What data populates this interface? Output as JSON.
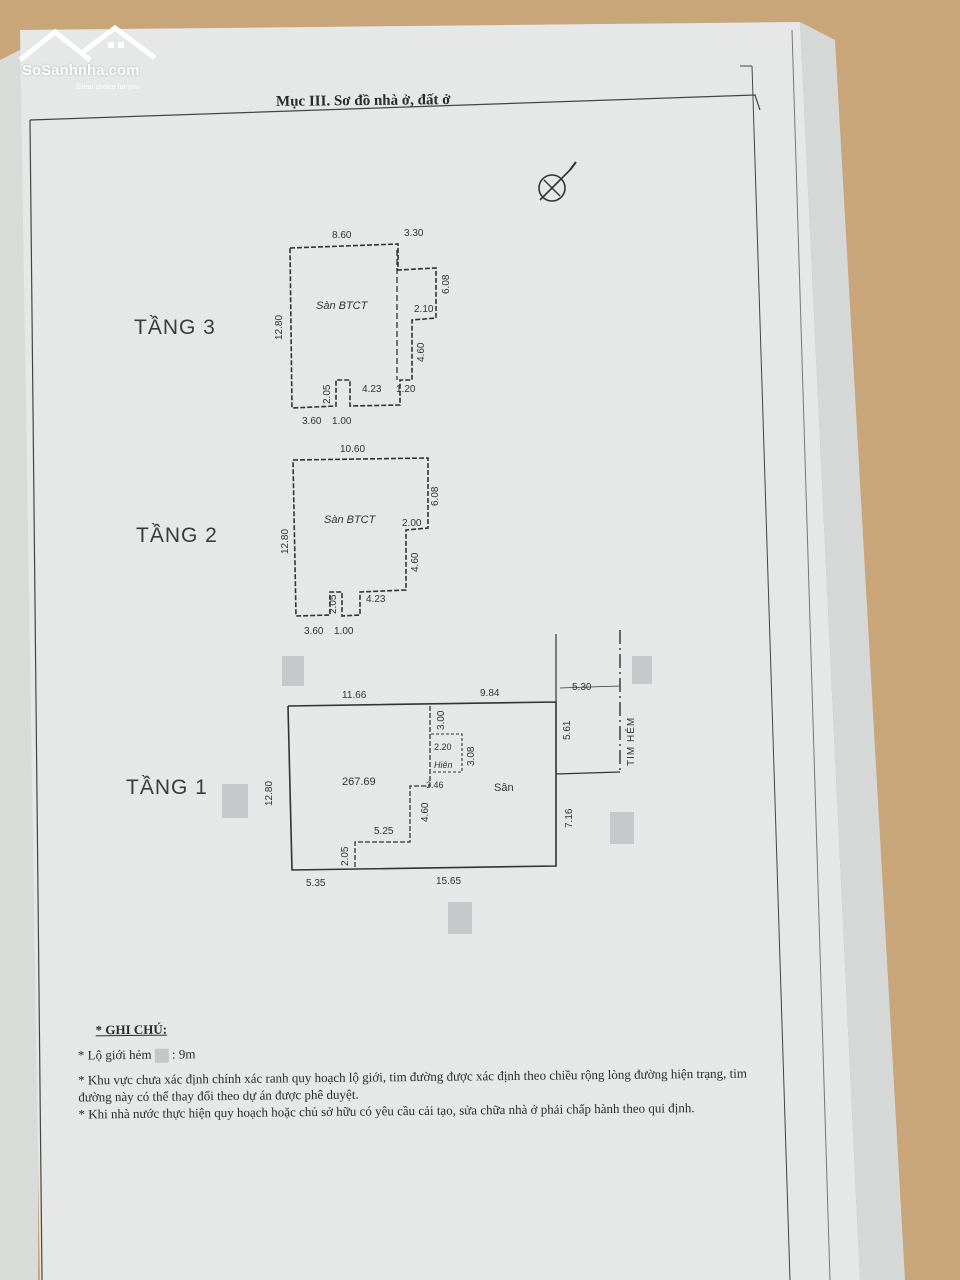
{
  "brand": {
    "name": "SoSanhnha.com",
    "tagline": "Great choice for you"
  },
  "header": {
    "title": "Mục III. Sơ đồ nhà ở, đất ở"
  },
  "floor3": {
    "label": "TẦNG 3",
    "room": "Sàn BTCT",
    "dims": {
      "top_left": "8.60",
      "top_right": "3.30",
      "right": "6.08",
      "notch_w": "2.10",
      "notch_h": "4.60",
      "left": "12.80",
      "bottom_mid": "4.23",
      "bottom_right": "1.20",
      "step": "2.05",
      "bottom_a": "3.60",
      "bottom_b": "1.00"
    }
  },
  "floor2": {
    "label": "TẦNG 2",
    "room": "Sàn BTCT",
    "dims": {
      "top": "10.60",
      "right": "6.08",
      "notch_w": "2.00",
      "notch_h": "4.60",
      "left": "12.80",
      "bottom_mid": "4.23",
      "step": "2.05",
      "bottom_a": "3.60",
      "bottom_b": "1.00"
    }
  },
  "floor1": {
    "label": "TẦNG 1",
    "area": "267.69",
    "yard": "Sân",
    "porch": "Hiên",
    "alley": "TIM HẺM",
    "dims": {
      "top_left": "11.66",
      "top_right": "9.84",
      "alley_w": "5.30",
      "alley_h": "5.61",
      "right": "7.16",
      "porch_top": "3.00",
      "porch_w": "2.20",
      "porch_h": "3.08",
      "porch_b": "3.46",
      "notch_h": "4.60",
      "left": "12.80",
      "inner": "5.25",
      "step": "2.05",
      "bottom_a": "5.35",
      "bottom_b": "15.65"
    }
  },
  "notes": {
    "title": "* GHI CHÚ:",
    "line1_a": "* Lộ giới hẻm",
    "line1_b": ": 9m",
    "line2": "* Khu vực chưa xác định chính xác ranh quy hoạch lộ giới, tim đường được xác định theo chiều rộng lòng đường hiện trạng, tim đường này có thể thay đổi theo dự án được phê duyệt.",
    "line3": "* Khi nhà nước thực hiện quy hoạch hoặc chủ sở hữu có yêu cầu cải tạo, sửa chữa nhà ở phải chấp hành theo qui định."
  }
}
